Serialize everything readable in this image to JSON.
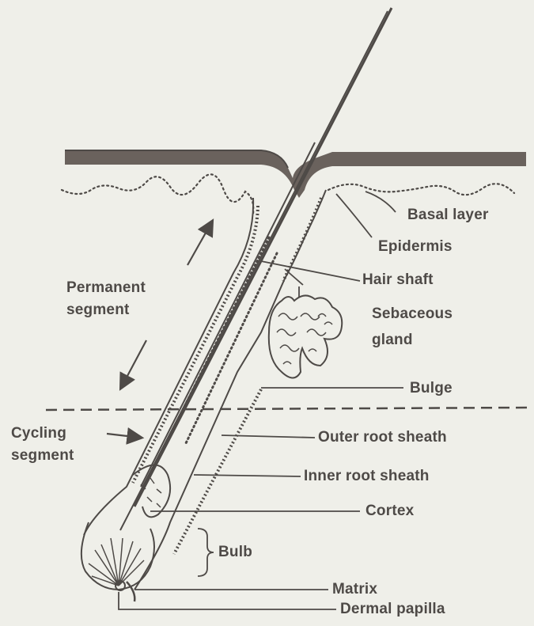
{
  "diagram": {
    "labels": {
      "basal_layer": "Basal layer",
      "epidermis": "Epidermis",
      "hair_shaft": "Hair shaft",
      "sebaceous_gland_line1": "Sebaceous",
      "sebaceous_gland_line2": "gland",
      "bulge": "Bulge",
      "permanent_segment_line1": "Permanent",
      "permanent_segment_line2": "segment",
      "cycling_segment_line1": "Cycling",
      "cycling_segment_line2": "segment",
      "outer_root_sheath": "Outer root sheath",
      "inner_root_sheath": "Inner root sheath",
      "cortex": "Cortex",
      "bulb": "Bulb",
      "matrix": "Matrix",
      "dermal_papilla": "Dermal papilla"
    },
    "colors": {
      "background": "#efefe9",
      "ink": "#4e4a47",
      "skin_band": "#6a625d"
    }
  }
}
